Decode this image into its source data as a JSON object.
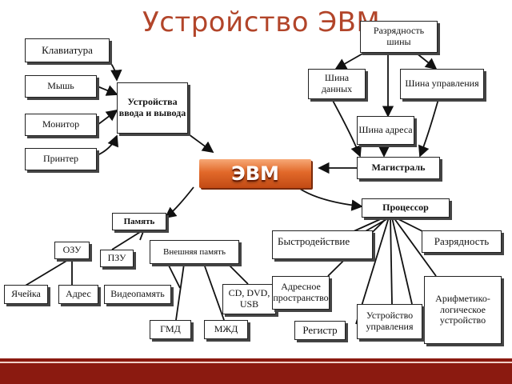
{
  "title": "Устройство ЭВМ",
  "center": "ЭВМ",
  "io": {
    "group": "Устройства ввода и вывода",
    "keyboard": "Клавиатура",
    "mouse": "Мышь",
    "monitor": "Монитор",
    "printer": "Принтер"
  },
  "bus": {
    "width": "Разрядность шины",
    "data": "Шина данных",
    "control": "Шина управления",
    "address": "Шина адреса",
    "backbone": "Магистраль"
  },
  "memory": {
    "group": "Память",
    "ram": "ОЗУ",
    "rom": "ПЗУ",
    "external": "Внешняя память",
    "cell": "Ячейка",
    "addr": "Адрес",
    "video": "Видеопамять",
    "cd": "CD, DVD, USB",
    "hdd": "ГМД",
    "fdd": "МЖД"
  },
  "cpu": {
    "group": "Процессор",
    "speed": "Быстродействие",
    "bits": "Разрядность",
    "addrspace": "Адресное пространство",
    "alu": "Арифметико-логическое устройство",
    "cu": "Устройство управления",
    "register": "Регистр"
  },
  "colors": {
    "title": "#b2452a",
    "evm": "#e2692a",
    "band": "#8b1a10"
  }
}
